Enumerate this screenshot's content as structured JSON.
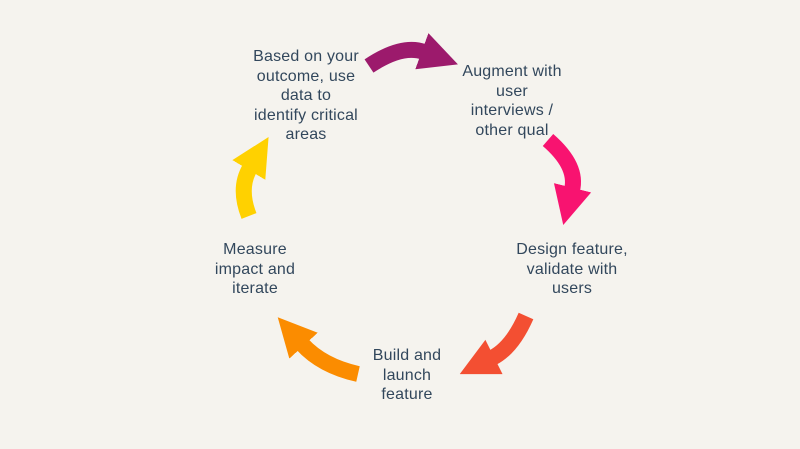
{
  "canvas": {
    "background": "#F5F3EE",
    "text_color": "#32475C"
  },
  "diagram": {
    "type": "cycle",
    "steps": [
      {
        "id": "analyze-data",
        "label": "Based on your\noutcome, use\ndata to\nidentify critical\nareas"
      },
      {
        "id": "augment-qual",
        "label": "Augment with\nuser\ninterviews /\nother qual"
      },
      {
        "id": "design-validate",
        "label": "Design feature,\nvalidate with\nusers"
      },
      {
        "id": "build-launch",
        "label": "Build and\nlaunch\nfeature"
      },
      {
        "id": "measure-iterate",
        "label": "Measure\nimpact and\niterate"
      }
    ],
    "arrows": [
      {
        "name": "arrow-top",
        "from": "analyze-data",
        "to": "augment-qual",
        "color": "#9C1A6C"
      },
      {
        "name": "arrow-right",
        "from": "augment-qual",
        "to": "design-validate",
        "color": "#F81370"
      },
      {
        "name": "arrow-bottom-right",
        "from": "design-validate",
        "to": "build-launch",
        "color": "#F34F32"
      },
      {
        "name": "arrow-bottom-left",
        "from": "build-launch",
        "to": "measure-iterate",
        "color": "#FB8C00"
      },
      {
        "name": "arrow-left",
        "from": "measure-iterate",
        "to": "analyze-data",
        "color": "#FFD100"
      }
    ]
  }
}
